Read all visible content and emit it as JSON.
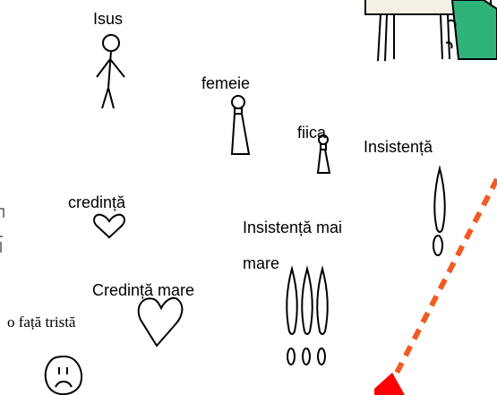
{
  "labels": {
    "isus": "Isus",
    "femeie": "femeie",
    "fiica": "fiica",
    "insistenta": "Insistență",
    "credinta": "credință",
    "insistenta_mai_mare_line1": "Insistență mai",
    "insistenta_mai_mare_line2": "mare",
    "credinta_mare": "Credință mare",
    "fata_trista": "o față tristă"
  },
  "colors": {
    "ink": "#000000",
    "arrow_orange": "#f15a24",
    "arrow_head": "#ff0000",
    "clipart_green": "#2fb37a"
  }
}
